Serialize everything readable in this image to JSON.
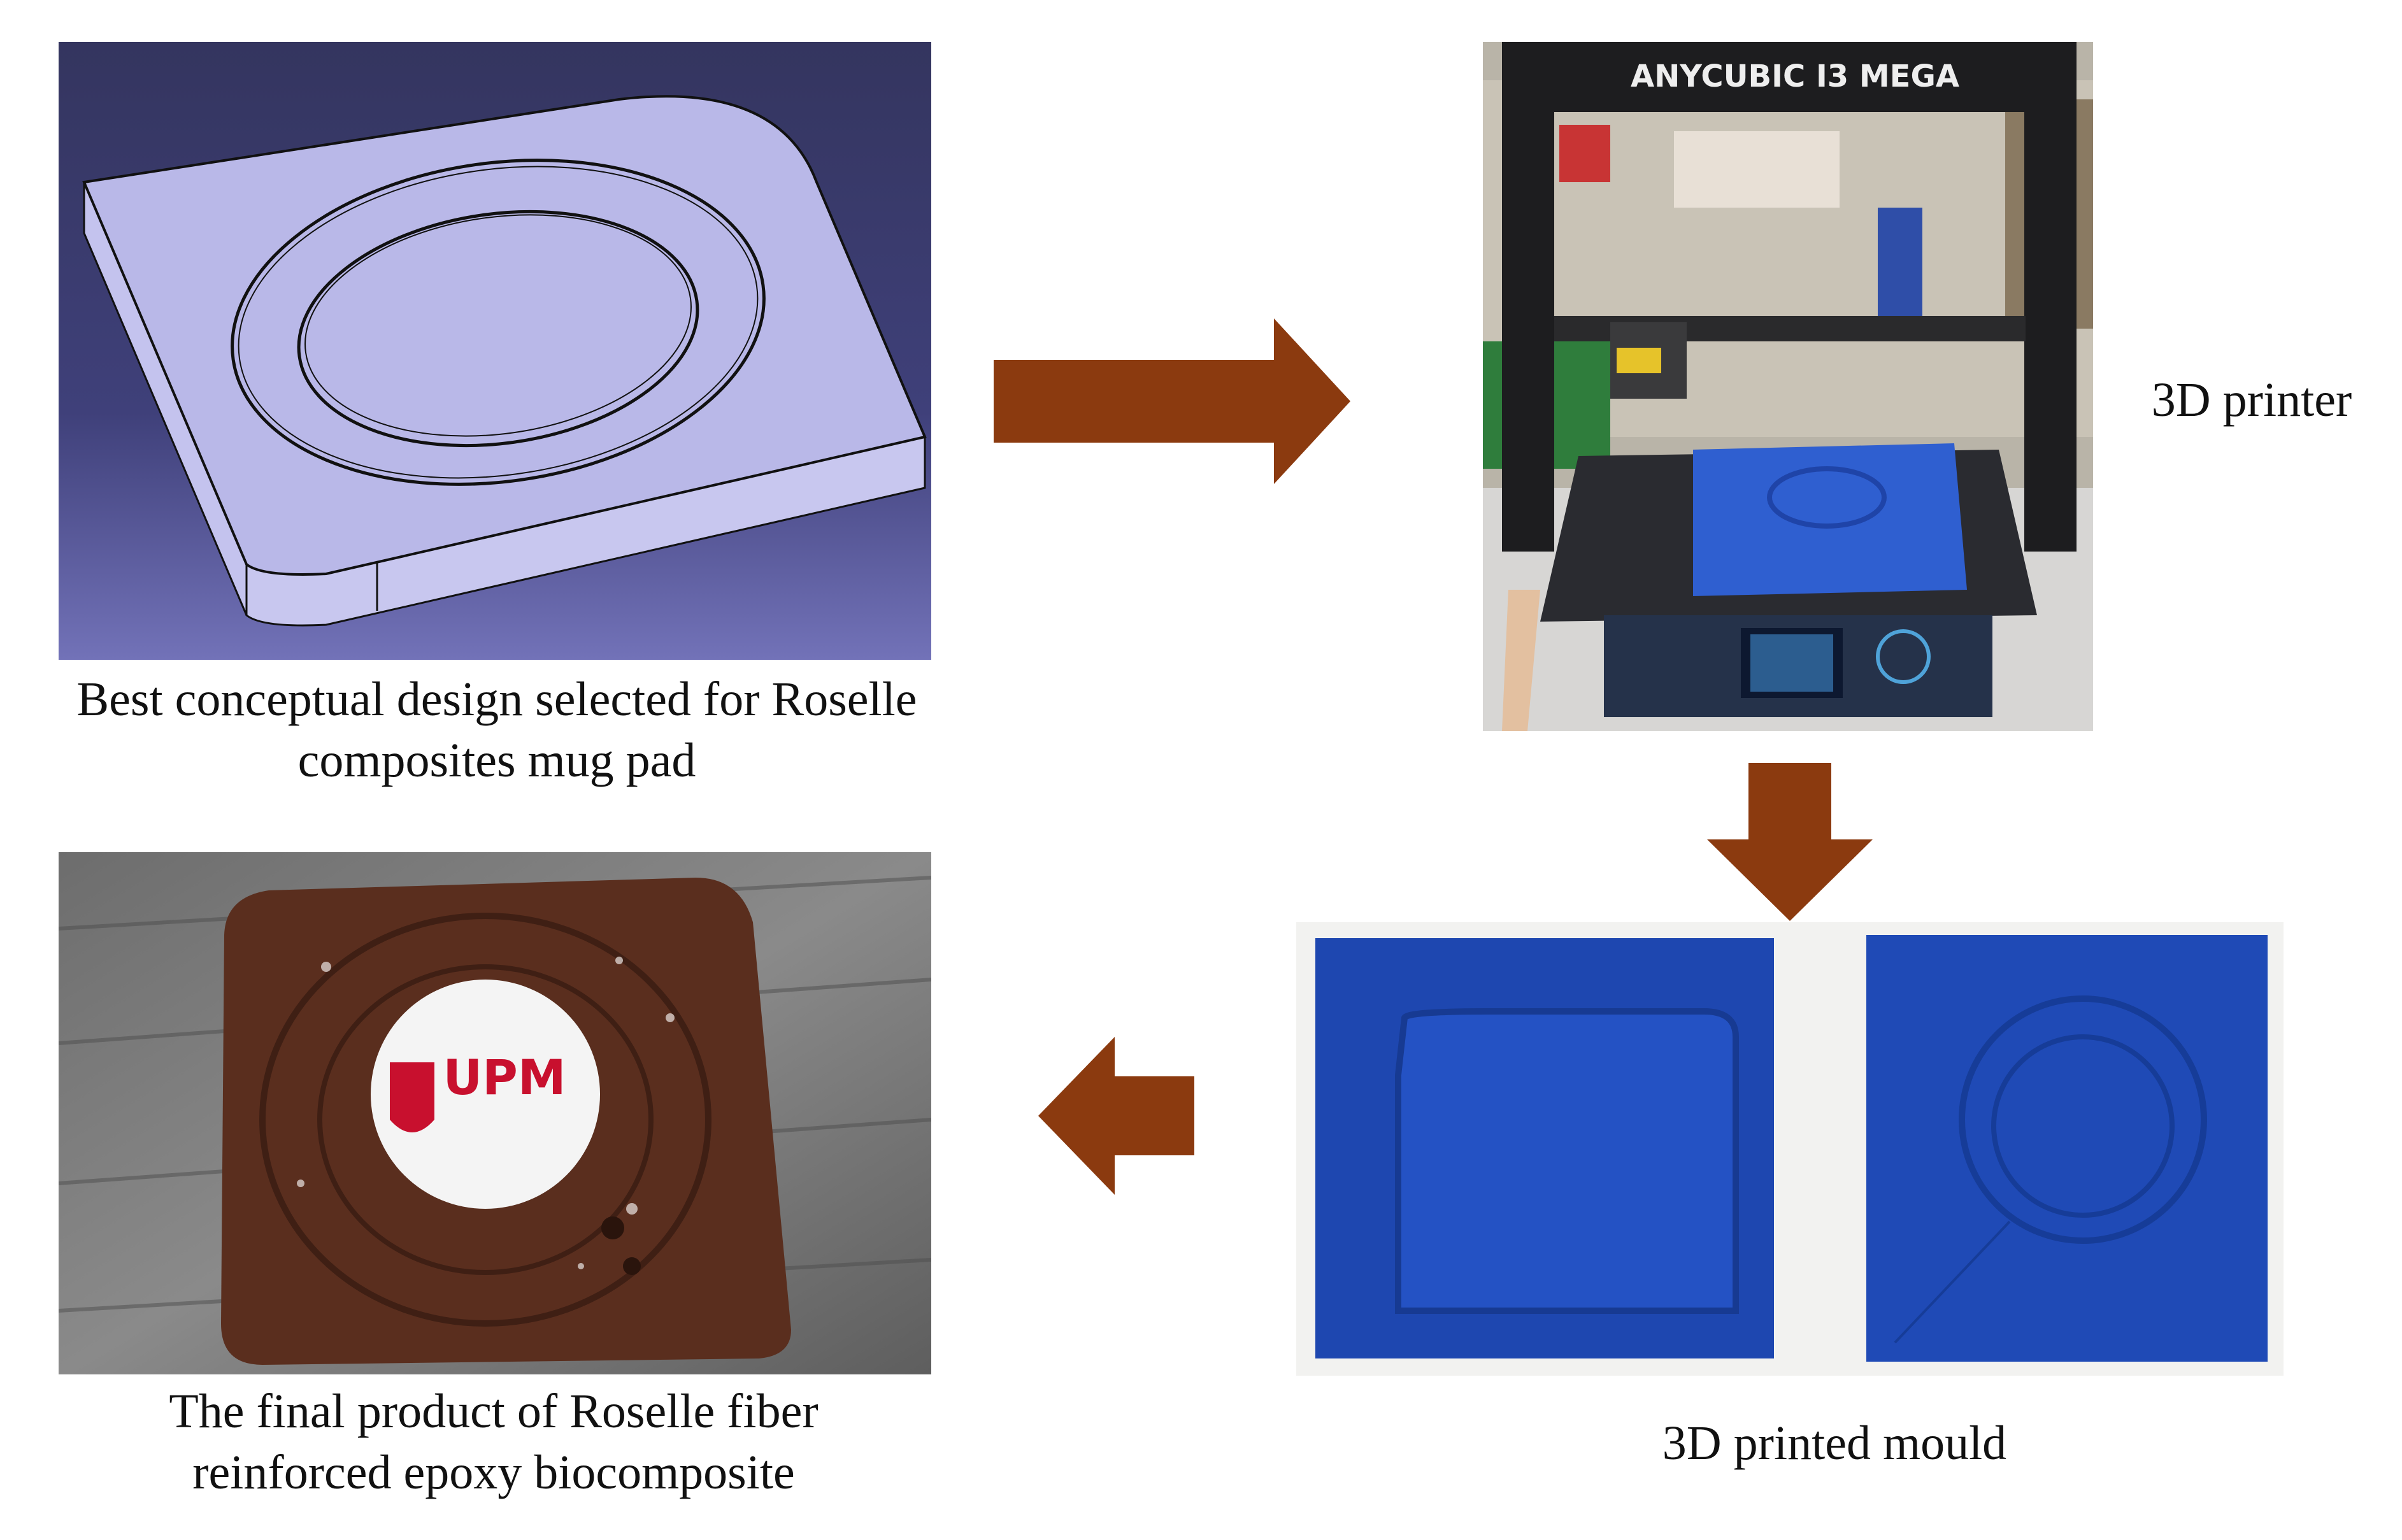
{
  "captions": {
    "design": {
      "line1": "Best conceptual design selected for Roselle",
      "line2": "composites mug pad"
    },
    "printer": "3D printer",
    "mould": "3D printed mould",
    "product": {
      "line1": "The final product of Roselle fiber",
      "line2": "reinforced epoxy biocomposite"
    }
  },
  "printer_brand": "ANYCUBIC I3 MEGA",
  "logo_text": "UPM",
  "colors": {
    "arrow": "#8b3a0f",
    "cad_background": "#3b3c6e",
    "cad_part": "#b9b8e8",
    "mould_blue": "#1e47b0",
    "product_brown": "#5a2e1e"
  },
  "icons": [
    "arrow-right-icon",
    "arrow-down-icon",
    "arrow-left-icon"
  ]
}
